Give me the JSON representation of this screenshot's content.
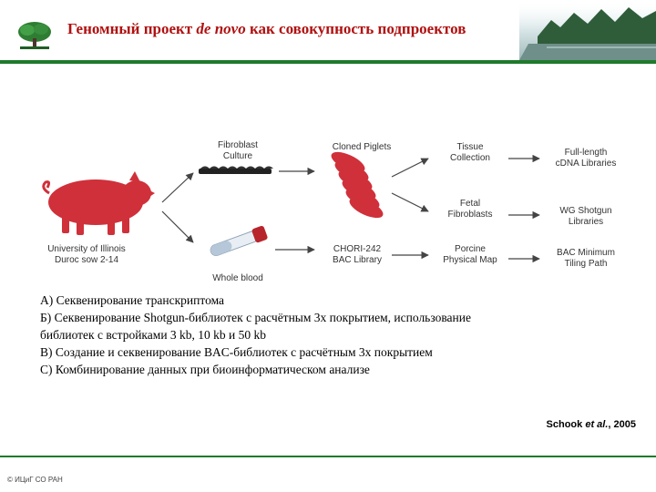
{
  "header": {
    "title_before": "Геномный проект ",
    "title_italic": "de novo",
    "title_after": " как совокупность подпроектов",
    "logo_icon": "tree-icon",
    "accent_color": "#1f7a2c",
    "title_color": "#b01010"
  },
  "diagram": {
    "pig_label": [
      "University of Illinois",
      "Duroc sow 2-14"
    ],
    "fibroblast": [
      "Fibroblast",
      "Culture"
    ],
    "whole_blood": "Whole blood",
    "cloned_piglets": "Cloned Piglets",
    "chori": [
      "CHORI-242",
      "BAC Library"
    ],
    "tissue": [
      "Tissue",
      "Collection"
    ],
    "fetal": [
      "Fetal",
      "Fibroblasts"
    ],
    "porcine": [
      "Porcine",
      "Physical Map"
    ],
    "cdna": [
      "Full-length",
      "cDNA Libraries"
    ],
    "wgs": [
      "WG Shotgun",
      "Libraries"
    ],
    "bac_min": [
      "BAC Minimum",
      "Tiling Path"
    ],
    "pig_color": "#d0303a"
  },
  "items": [
    "А) Секвенирование транскриптома",
    "Б) Секвенирование Shotgun-библиотек с расчётным 3х покрытием, использование",
    "библиотек с встройками 3 kb, 10 kb и 50 kb",
    "В) Создание и секвенирование BAC-библиотек с расчётным 3х покрытием",
    "С) Комбинирование данных при биоинформатическом анализе"
  ],
  "citation": {
    "author": "Schook ",
    "etal": "et al.",
    "year": ", 2005"
  },
  "footer": "© ИЦиГ СО РАН"
}
